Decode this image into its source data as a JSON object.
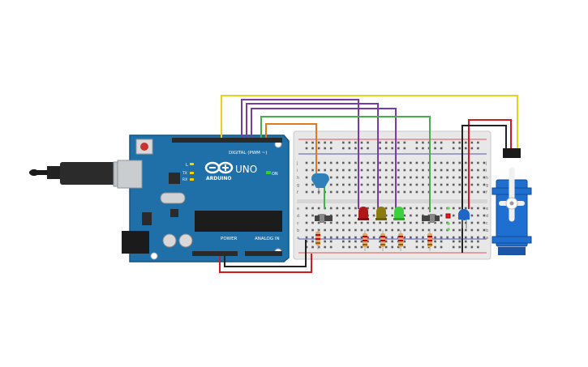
{
  "canvas": {
    "background": "#ffffff"
  },
  "arduino": {
    "brand_text": "ARDUINO",
    "model_text": "UNO",
    "on_label": "ON",
    "digital_label": "DIGITAL (PWM ~)",
    "power_label": "POWER",
    "analog_label": "ANALOG IN",
    "tx_label": "TX",
    "rx_label": "RX",
    "l_label": "L",
    "board_color": "#1f6fa8"
  },
  "breadboard": {
    "body_color": "#e8e8e8",
    "row_letters_top": [
      "j",
      "i",
      "h",
      "g",
      "f"
    ],
    "row_letters_bottom": [
      "e",
      "d",
      "c",
      "b",
      "a"
    ]
  },
  "components": {
    "led_colors": [
      "#b01818",
      "#8a7a10",
      "#3ecf3e"
    ],
    "photodiode_colors": [
      "#1f66c8",
      "#2f7fb8"
    ],
    "servo_color": "#1f6fd0"
  },
  "wire_colors": {
    "yellow": "#e8d21a",
    "purple": "#7a3aa8",
    "green": "#45b04a",
    "orange": "#e07a1a",
    "red": "#d01c1c",
    "black": "#222222"
  }
}
